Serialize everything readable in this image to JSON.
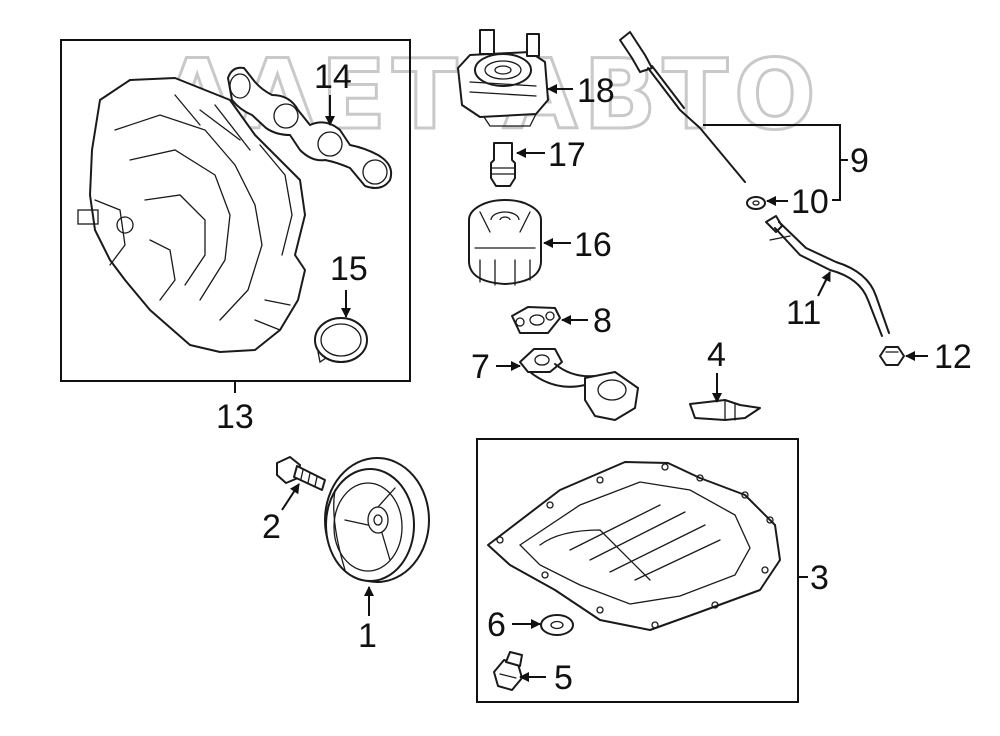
{
  "watermark": {
    "text": "AAET AВТО"
  },
  "callouts": {
    "c1": "1",
    "c2": "2",
    "c3": "3",
    "c4": "4",
    "c5": "5",
    "c6": "6",
    "c7": "7",
    "c8": "8",
    "c9": "9",
    "c10": "10",
    "c11": "11",
    "c12": "12",
    "c13": "13",
    "c14": "14",
    "c15": "15",
    "c16": "16",
    "c17": "17",
    "c18": "18"
  }
}
